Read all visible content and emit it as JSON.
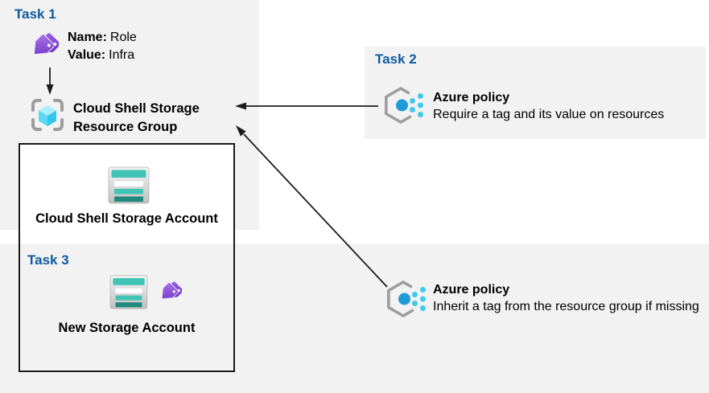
{
  "diagram_title": "Azure policy and tagging tasks diagram",
  "colors": {
    "task_label_blue": "#0f5a9e",
    "panel_gray": "#f2f2f2",
    "box_border_black": "#1a1a1a",
    "tag_purple": "#8a4fe0",
    "policy_dot_blue": "#219bd7",
    "policy_dot_cyan": "#41c8f0",
    "storage_teal": "#3fc4b5",
    "storage_teal_dark": "#20897c",
    "cube_cyan": "#53d5f1",
    "icon_gray": "#9d9d9d"
  },
  "task1": {
    "label": "Task 1",
    "tag_name_label": "Name:",
    "tag_name_value": "Role",
    "tag_value_label": "Value:",
    "tag_value_value": "Infra",
    "resource_group_line1": "Cloud Shell Storage",
    "resource_group_line2": "Resource Group"
  },
  "task2": {
    "label": "Task 2",
    "policy_title": "Azure policy",
    "policy_description": "Require a tag and its value on resources"
  },
  "task3": {
    "label": "Task 3",
    "storage_account_label": "New Storage Account"
  },
  "resource_group_box": {
    "storage_account_label": "Cloud Shell Storage Account"
  },
  "inherit_policy": {
    "title": "Azure policy",
    "description": "Inherit a tag from the resource group if missing"
  }
}
